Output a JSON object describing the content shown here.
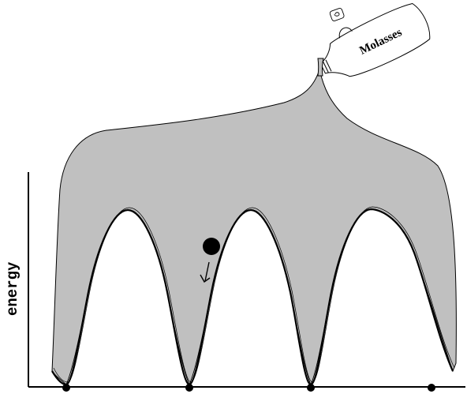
{
  "axis": {
    "y_label": "energy"
  },
  "bottle": {
    "label": "Molasses"
  },
  "colors": {
    "molasses_fill": "#c0c0c0",
    "outline": "#000000",
    "background": "#ffffff"
  },
  "minima": {
    "count": 4
  }
}
